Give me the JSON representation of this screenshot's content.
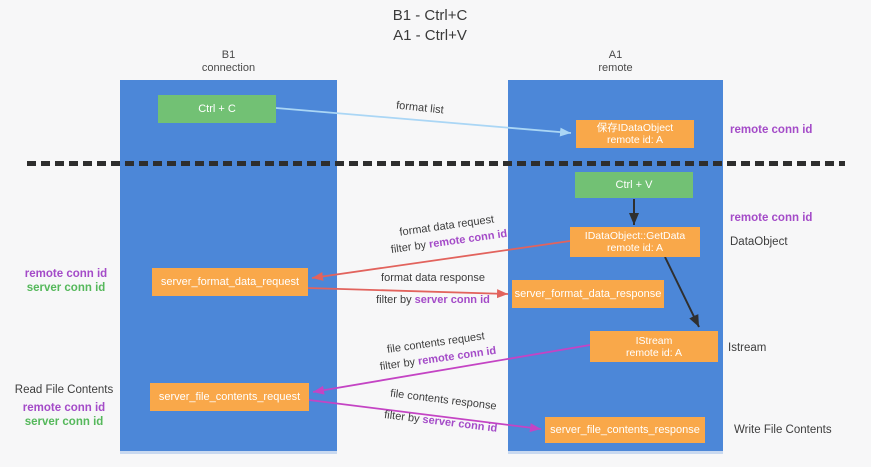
{
  "title": {
    "line1": "B1 - Ctrl+C",
    "line2": "A1 - Ctrl+V"
  },
  "lanes": {
    "left": {
      "title": "B1",
      "subtitle": "connection"
    },
    "right": {
      "title": "A1",
      "subtitle": "remote"
    }
  },
  "nodes": {
    "ctrl_c": {
      "label": "Ctrl + C"
    },
    "save_idataobject": {
      "line1": "保存IDataObject",
      "line2": "remote id: A"
    },
    "ctrl_v": {
      "label": "Ctrl + V"
    },
    "getdata": {
      "line1": "IDataObject::GetData",
      "line2": "remote id: A"
    },
    "format_request": {
      "label": "server_format_data_request"
    },
    "format_response": {
      "label": "server_format_data_response"
    },
    "istream": {
      "line1": "IStream",
      "line2": "remote id: A"
    },
    "file_request": {
      "label": "server_file_contents_request"
    },
    "file_response": {
      "label": "server_file_contents_response"
    }
  },
  "edges": {
    "format_list": "format list",
    "format_data_request": "format data request",
    "format_data_response": "format data response",
    "file_contents_request": "file contents request",
    "file_contents_response": "file contents response",
    "filter_by": "filter by",
    "remote_conn_id": "remote conn id",
    "server_conn_id": "server conn id"
  },
  "side_labels": {
    "remote_conn_id": "remote conn id",
    "server_conn_id": "server conn id",
    "data_object": "DataObject",
    "istream": "Istream",
    "read_file_contents": "Read File Contents",
    "write_file_contents": "Write File Contents"
  },
  "colors": {
    "lane_blue": "#4c87d8",
    "box_green": "#72c174",
    "box_orange": "#f9a84a",
    "arrow_red": "#e2635d",
    "arrow_magenta": "#c444c4",
    "arrow_light_blue": "#aad6f5",
    "arrow_black": "#2f2f2f",
    "text_purple": "#a44bc8",
    "text_green": "#55b85b"
  }
}
